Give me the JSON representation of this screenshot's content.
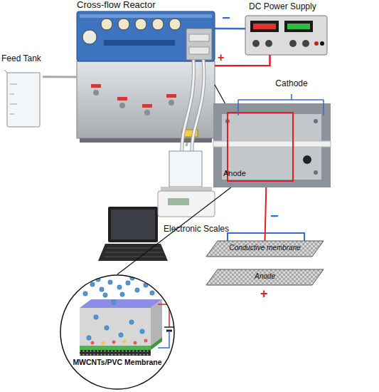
{
  "diagram": {
    "nodes": [
      {
        "text": [
          "Cross-flow Reactor"
        ]
      },
      {
        "text": [
          "DC Power Supply"
        ]
      },
      {
        "text": [
          "Feed Tank"
        ]
      },
      {
        "text": [
          "Electronic Scales"
        ]
      },
      {
        "text": [
          "Cathode",
          "Anode"
        ]
      },
      {
        "text": [
          "Conductive membrane"
        ]
      },
      {
        "text": [
          "Anode"
        ]
      },
      {
        "text": [
          "MWCNTs/PVC Membrane"
        ]
      }
    ],
    "edges": [
      {
        "from": 1,
        "to": 0,
        "arrow": "none",
        "label": "−"
      },
      {
        "from": 1,
        "to": 0,
        "arrow": "none",
        "label": "+"
      },
      {
        "from": 2,
        "to": 0,
        "arrow": "none"
      },
      {
        "from": 0,
        "to": 3,
        "arrow": "none"
      },
      {
        "from": 0,
        "to": 4,
        "arrow": "none"
      },
      {
        "from": 4,
        "to": 7,
        "arrow": "none"
      },
      {
        "from": 4,
        "to": 5,
        "arrow": "none"
      }
    ],
    "labels": [
      "−",
      "+"
    ]
  }
}
